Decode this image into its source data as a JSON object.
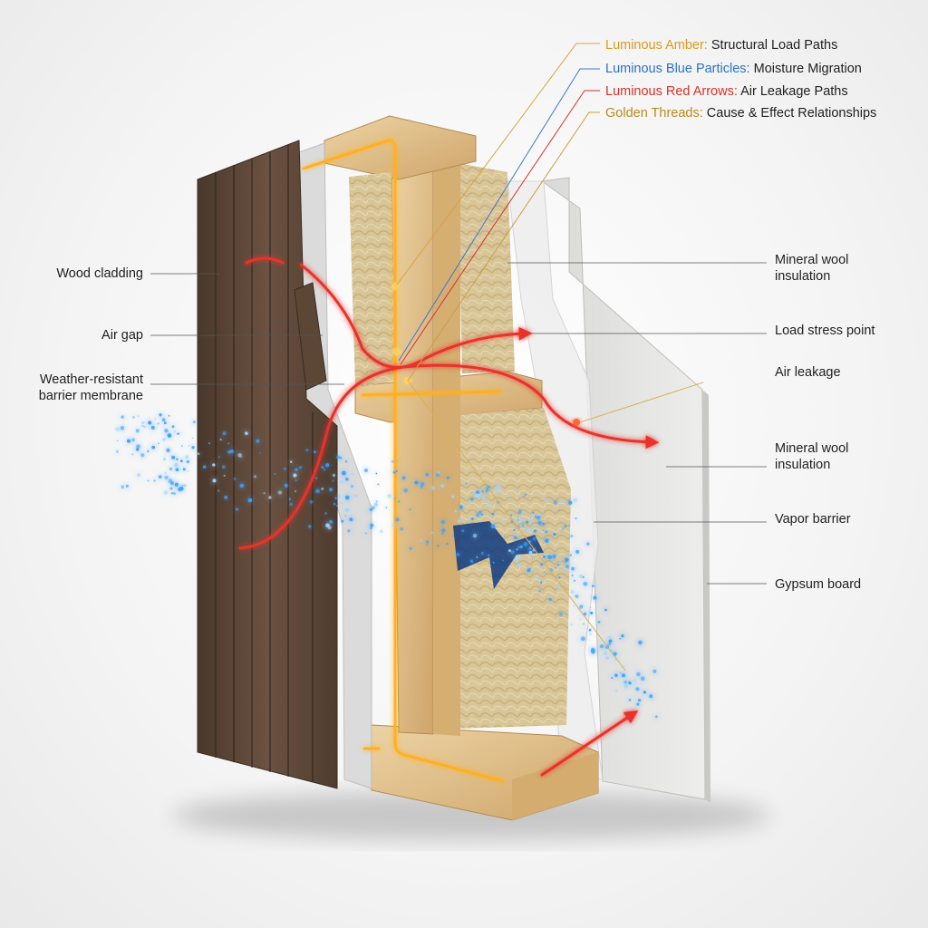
{
  "legend": [
    {
      "key": "Luminous Amber:",
      "desc": "Structural Load Paths",
      "color": "#d99a1c"
    },
    {
      "key": "Luminous Blue Particles:",
      "desc": "Moisture Migration",
      "color": "#2a72c8"
    },
    {
      "key": "Luminous Red Arrows:",
      "desc": "Air Leakage Paths",
      "color": "#d8322a"
    },
    {
      "key": "Golden Threads:",
      "desc": "Cause & Effect Relationships",
      "color": "#b88a1a"
    }
  ],
  "labels_left": {
    "wood_cladding": "Wood cladding",
    "air_gap": "Air gap",
    "wrb_line1": "Weather-resistant",
    "wrb_line2": "barrier membrane"
  },
  "labels_right": {
    "mineral_wool_top_1": "Mineral wool",
    "mineral_wool_top_2": "insulation",
    "load_stress_point": "Load stress point",
    "air_leakage": "Air leakage",
    "mineral_wool_mid_1": "Mineral wool",
    "mineral_wool_mid_2": "insulation",
    "vapor_barrier": "Vapor barrier",
    "gypsum_board": "Gypsum board"
  },
  "colors": {
    "amber": "#ffb020",
    "blue": "#3aa0ff",
    "red": "#e8332b",
    "wood_dark": "#5a4334",
    "timber": "#e2c28c",
    "insulation": "#d9c69a",
    "gypsum": "#e4e4e2"
  }
}
